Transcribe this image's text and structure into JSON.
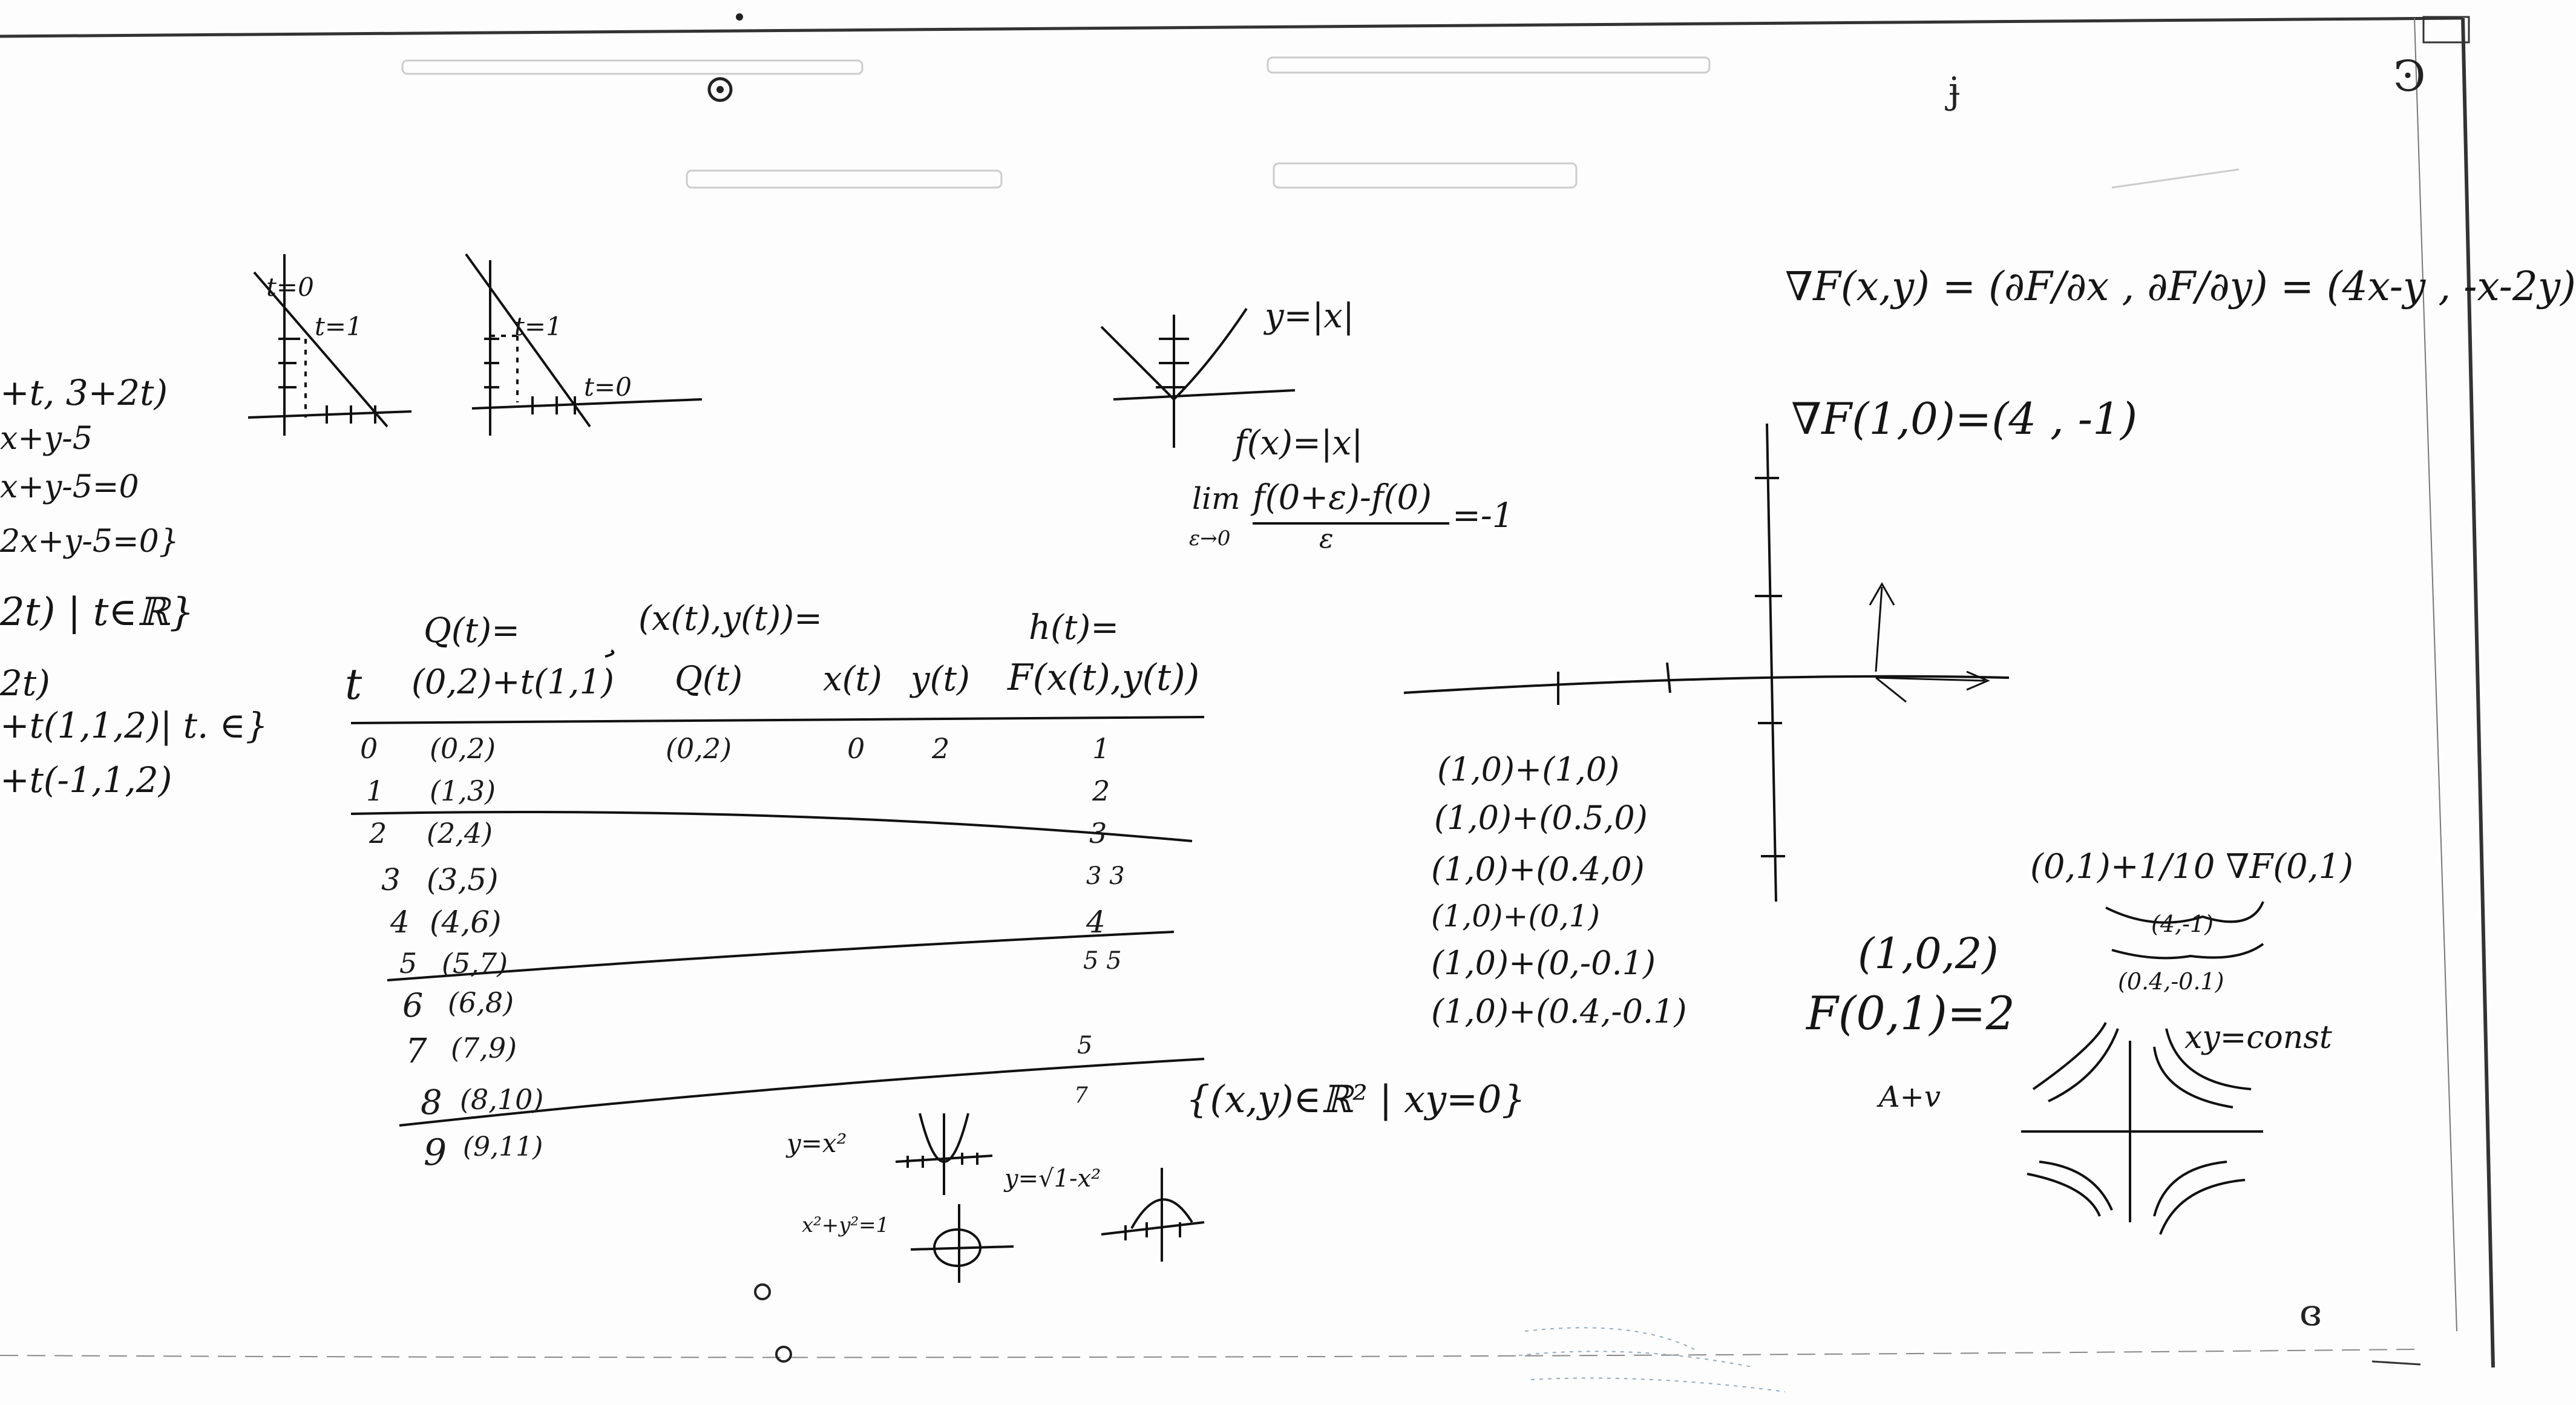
{
  "left_edge": [
    "+t, 3+2t)",
    "x+y-5",
    "x+y-5=0",
    "2x+y-5=0}",
    "2t) | t∈ℝ}",
    "2t)",
    "+t(1,1,2)| t. ∈}",
    "+t(-1,1,2)"
  ],
  "small_graphs": {
    "g1": {
      "t0": "t=0",
      "t1": "t=1"
    },
    "g2": {
      "t1": "t=1",
      "t0": "t=0"
    }
  },
  "abs_graph": {
    "label": "y=|x|"
  },
  "limit": {
    "fx": "f(x)=|x|",
    "lim": "lim",
    "sub": "ε→0",
    "num": "f(0+ε)-f(0)",
    "den": "ε",
    "res": "=-1"
  },
  "table": {
    "headers": {
      "t": "t",
      "Q_top": "Q(t)=",
      "Q_bottom": "(0,2)+t(1,1)",
      "xy_top": "(x(t),y(t))=",
      "xy_bottom": "Q(t)",
      "x": "x(t)",
      "y": "y(t)",
      "h_top": "h(t)=",
      "h_bottom": "F(x(t),y(t))"
    },
    "rows": [
      {
        "t": "0",
        "q": "(0,2)",
        "xy": "(0,2)",
        "x": "0",
        "y": "2",
        "h": "1"
      },
      {
        "t": "1",
        "q": "(1,3)",
        "xy": "",
        "x": "",
        "y": "",
        "h": "2"
      },
      {
        "t": "2",
        "q": "(2,4)",
        "xy": "",
        "x": "",
        "y": "",
        "h": "3"
      },
      {
        "t": "3",
        "q": "(3,5)",
        "xy": "",
        "x": "",
        "y": "",
        "h": "3 3"
      },
      {
        "t": "4",
        "q": "(4,6)",
        "xy": "",
        "x": "",
        "y": "",
        "h": "4"
      },
      {
        "t": "5",
        "q": "(5,7)",
        "xy": "",
        "x": "",
        "y": "",
        "h": "5 5"
      },
      {
        "t": "6",
        "q": "(6,8)",
        "xy": "",
        "x": "",
        "y": "",
        "h": ""
      },
      {
        "t": "7",
        "q": "(7,9)",
        "xy": "",
        "x": "",
        "y": "",
        "h": "5"
      },
      {
        "t": "8",
        "q": "(8,10)",
        "xy": "",
        "x": "",
        "y": "",
        "h": "7"
      },
      {
        "t": "9",
        "q": "(9,11)",
        "xy": "",
        "x": "",
        "y": "",
        "h": ""
      }
    ]
  },
  "mini_plots": {
    "parabola": "y=x²",
    "semicircle": "y=√1-x²",
    "circle": "x²+y²=1"
  },
  "set_expr": "{(x,y)∈ℝ² | xy=0}",
  "vectors": [
    "(1,0)+(1,0)",
    "(1,0)+(0.5,0)",
    "(1,0)+(0.4,0)",
    "(1,0)+(0,1)",
    "(1,0)+(0,-0.1)",
    "(1,0)+(0.4,-0.1)"
  ],
  "gradient": {
    "formula": "∇F(x,y) = (∂F/∂x , ∂F/∂y) = (4x-y , -x-2y)",
    "at_point": "∇F(1,0)=(4 , -1)"
  },
  "point_eval": {
    "point": "(1,0,2)",
    "value": "F(0,1)=2",
    "note": "A+v"
  },
  "right_combo": {
    "expr": "(0,1)+1/10 ∇F(0,1)",
    "brace1": "(4,-1)",
    "brace2": "(0.4,-0.1)",
    "curve_label": "xy=const"
  }
}
